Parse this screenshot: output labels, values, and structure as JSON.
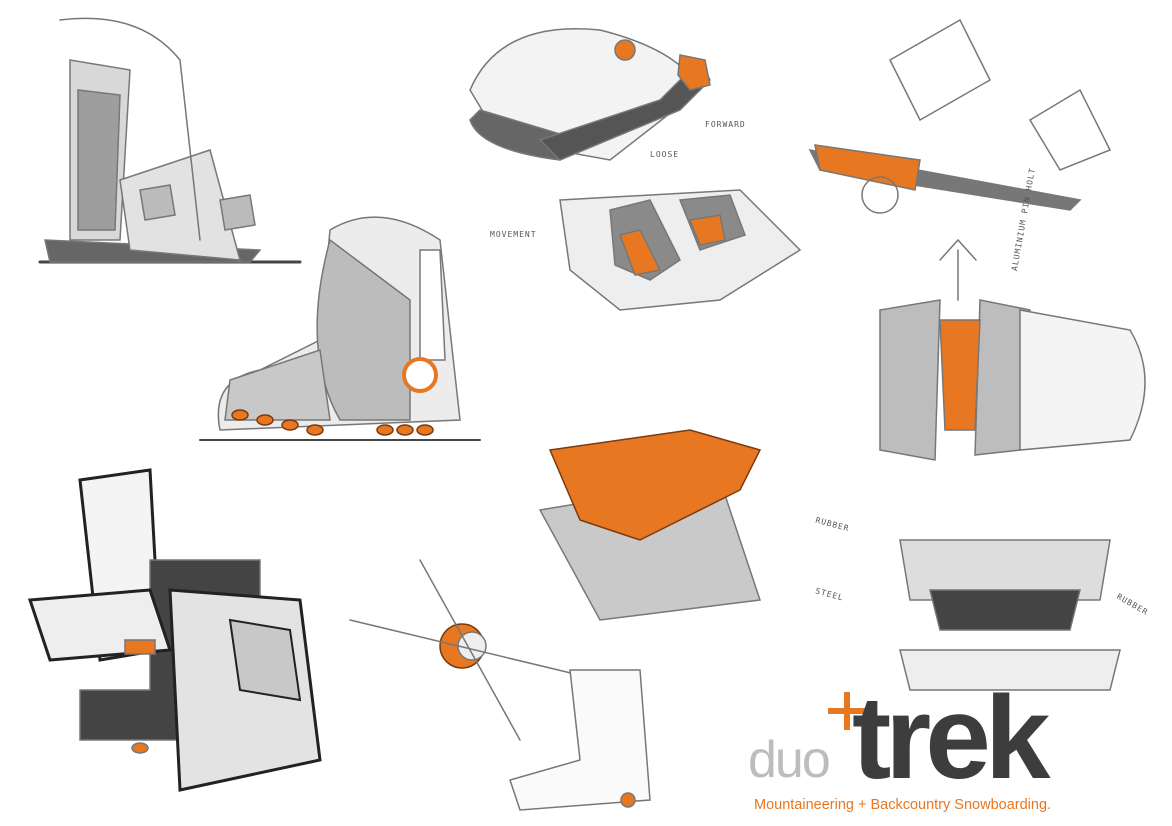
{
  "logo": {
    "prefix": "duo",
    "name": "trek",
    "plus_symbol": "+",
    "tagline": "Mountaineering + Backcountry Snowboarding."
  },
  "annotations": [
    "FORWARD",
    "LOOSE",
    "MOVEMENT",
    "ALUMINIUM PIN HOLT",
    "RUBBER",
    "STEEL",
    "RUBBER"
  ],
  "colors": {
    "accent": "#e87722",
    "dark": "#3d3d3d",
    "light": "#bdbdbd",
    "sketch": "#8a8a8a"
  }
}
